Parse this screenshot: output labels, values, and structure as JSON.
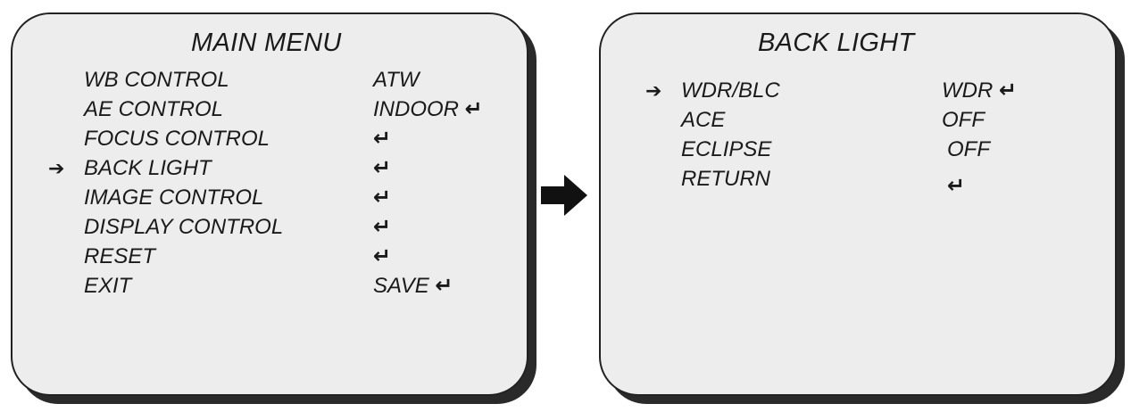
{
  "main_menu": {
    "title": "MAIN MENU",
    "items": [
      {
        "label": "WB CONTROL",
        "value": "ATW",
        "enter": "",
        "selected": false
      },
      {
        "label": "AE CONTROL",
        "value": "INDOOR",
        "enter": "↵",
        "selected": false
      },
      {
        "label": "FOCUS CONTROL",
        "value": "",
        "enter": "↵",
        "selected": false
      },
      {
        "label": "BACK LIGHT",
        "value": "",
        "enter": "↵",
        "selected": true
      },
      {
        "label": "IMAGE CONTROL",
        "value": "",
        "enter": "↵",
        "selected": false
      },
      {
        "label": "DISPLAY CONTROL",
        "value": "",
        "enter": "↵",
        "selected": false
      },
      {
        "label": "RESET",
        "value": "",
        "enter": "↵",
        "selected": false
      },
      {
        "label": "EXIT",
        "value": "SAVE",
        "enter": "↵",
        "selected": false
      }
    ]
  },
  "back_light": {
    "title": "BACK LIGHT",
    "items": [
      {
        "label": "WDR/BLC",
        "value": "WDR",
        "enter": "↵",
        "selected": true
      },
      {
        "label": "ACE",
        "value": "OFF",
        "enter": "",
        "selected": false
      },
      {
        "label": "ECLIPSE",
        "value": "OFF",
        "enter": "",
        "selected": false
      },
      {
        "label": "RETURN",
        "value": "",
        "enter": "↵",
        "selected": false
      }
    ]
  },
  "pointer_symbol": "➔",
  "icons": {
    "pointer": "pointer-arrow-icon",
    "enter": "enter-return-icon",
    "transition": "right-arrow-icon"
  },
  "colors": {
    "panel_background": "#ededed",
    "panel_border": "#222222",
    "panel_shadow": "#2a2a2a",
    "text": "#1a1a1a"
  }
}
